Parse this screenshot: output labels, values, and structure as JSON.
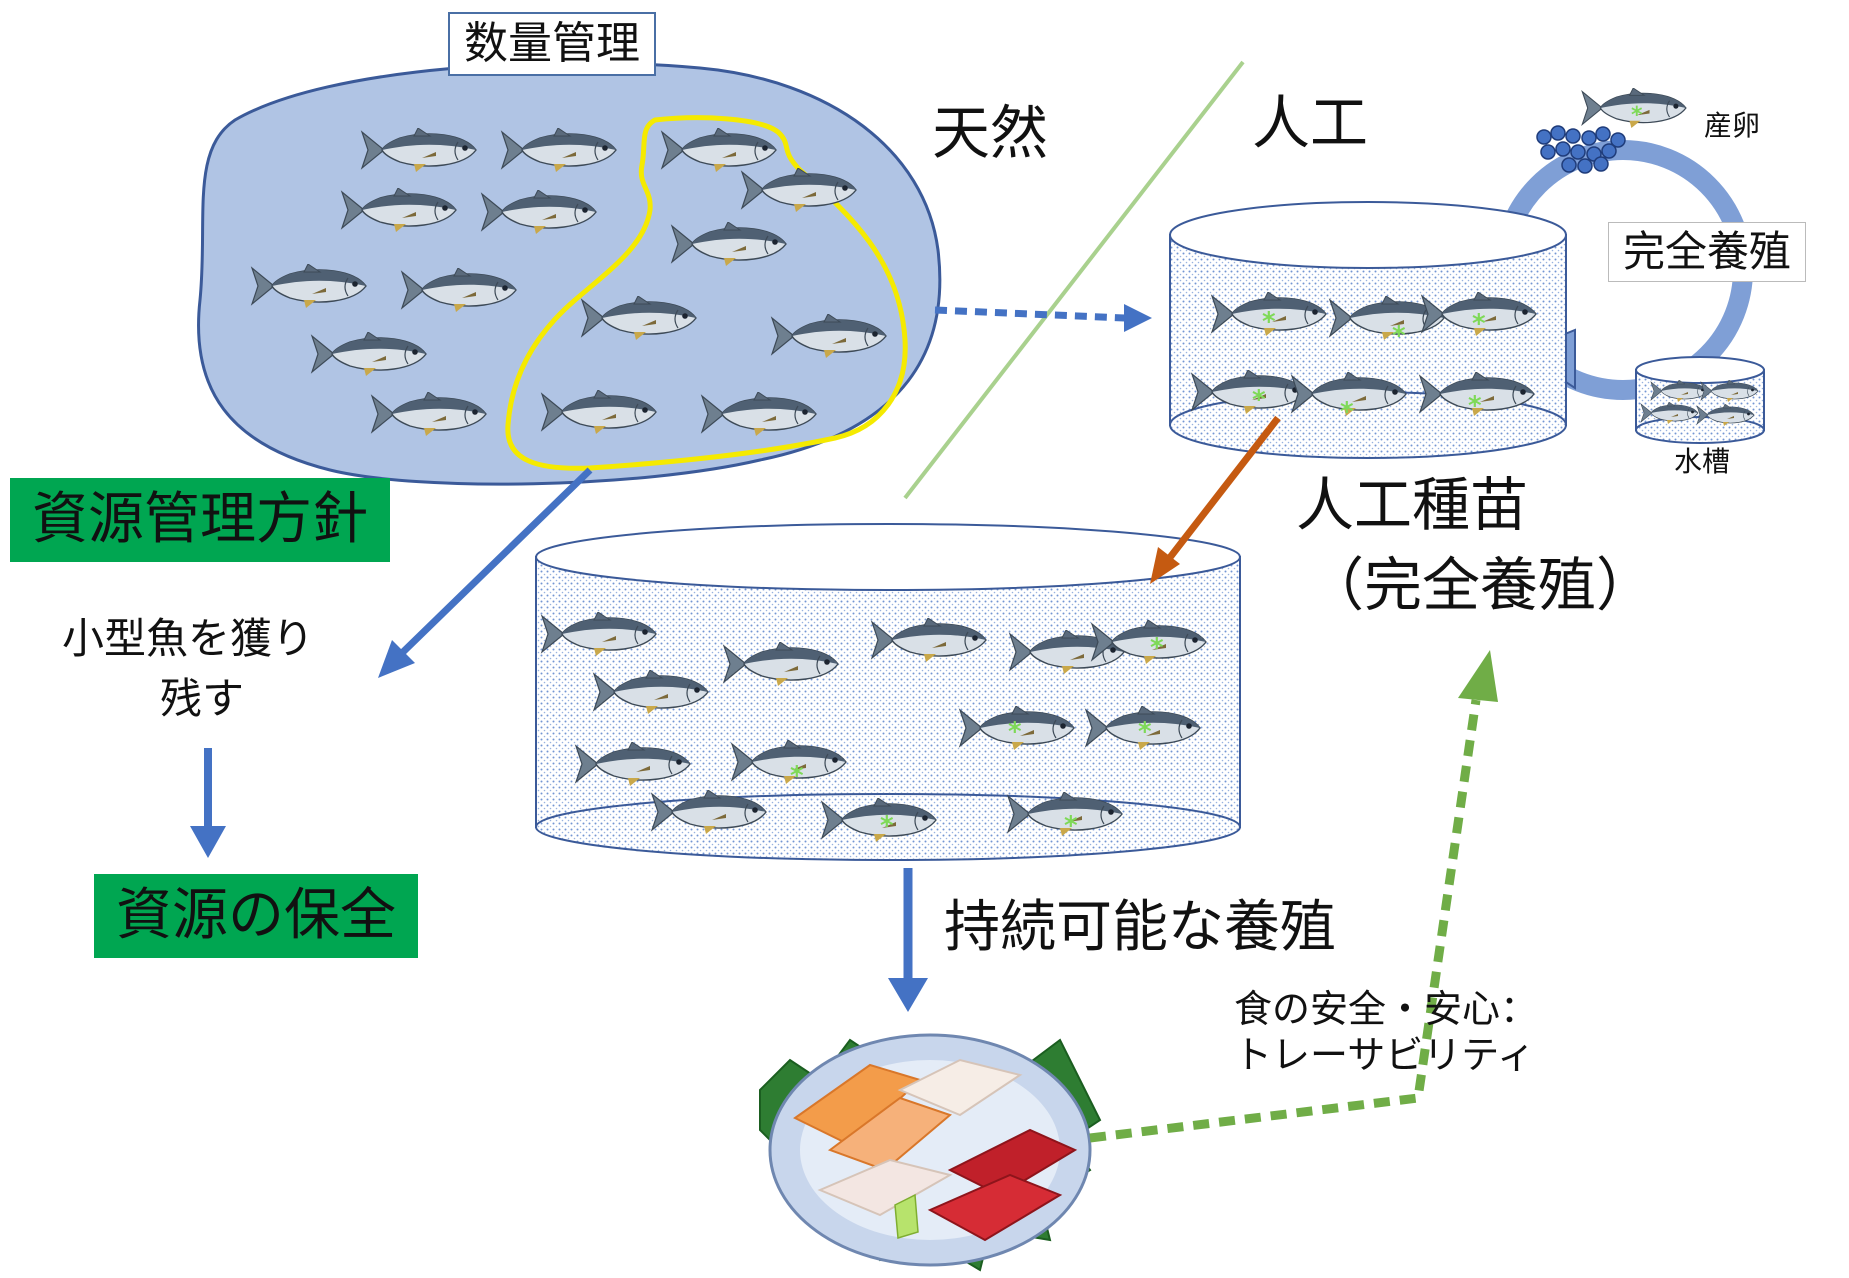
{
  "labels": {
    "quantity_mgmt": "数量管理",
    "natural": "天然",
    "artificial": "人工",
    "spawning": "産卵",
    "full_aquaculture": "完全養殖",
    "water_tank": "水槽",
    "artificial_seedling_line1": "人工種苗",
    "artificial_seedling_line2": "（完全養殖）",
    "resource_policy": "資源管理方針",
    "leave_small_fish_line1": "小型魚を獲り",
    "leave_small_fish_line2": "残す",
    "resource_conservation": "資源の保全",
    "sustainable_aquaculture": "持続可能な養殖",
    "food_safety_line1": "食の安全・安心：",
    "food_safety_line2": "トレーサビリティ"
  },
  "colors": {
    "pond_fill": "#b0c4e4",
    "pond_stroke": "#3b5a99",
    "yellow_outline": "#f5ea00",
    "blue_arrow": "#4472c4",
    "orange_arrow": "#c55a11",
    "green_arrow": "#70ad47",
    "green_box": "#00a651",
    "divider": "#a9d18e",
    "tank_dots": "#4472c4",
    "cycle_ring": "#7f9fd6"
  },
  "icons": {
    "fish": "tuna-fish-icon",
    "tagged_fish": "tagged-fish-icon",
    "eggs": "fish-eggs-icon",
    "dish": "sashimi-plate-icon"
  }
}
